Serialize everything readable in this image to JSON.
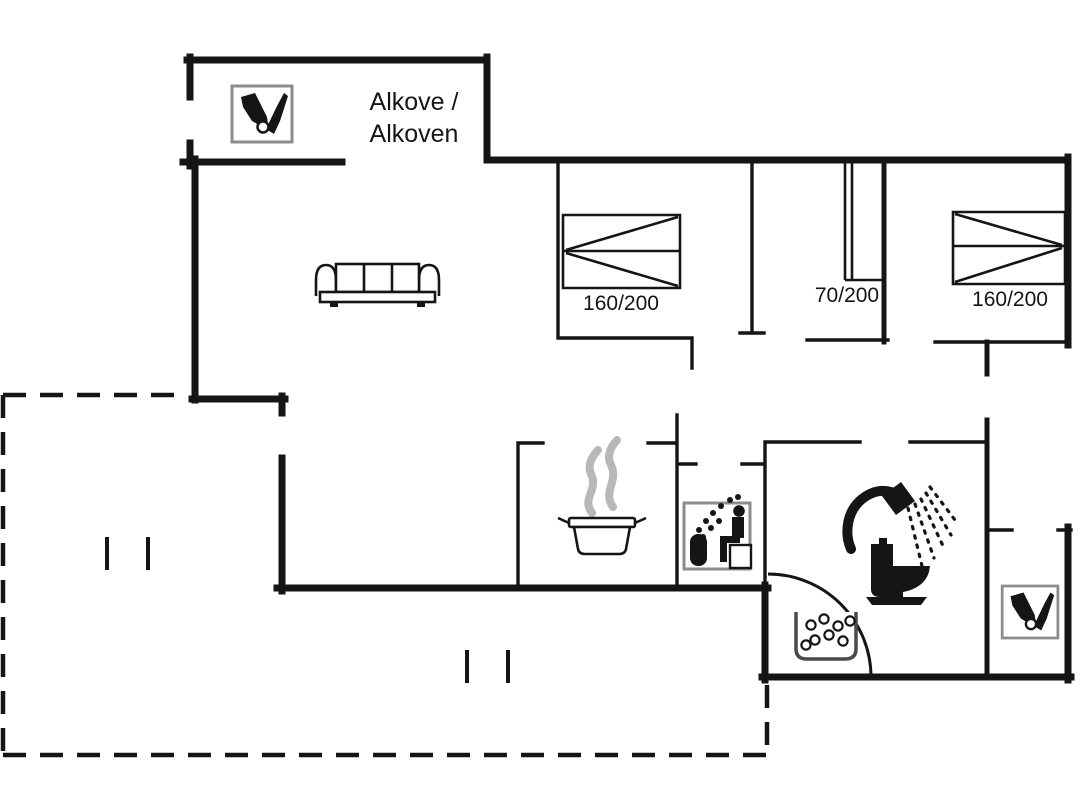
{
  "colors": {
    "wall": "#151515",
    "frame": "#8c8c8c",
    "steam": "#b8b8b8",
    "bg": "#ffffff"
  },
  "labels": {
    "alcove_line1": "Alkove /",
    "alcove_line2": "Alkoven"
  },
  "beds": {
    "left_double": "160/200",
    "middle_single": "70/200",
    "right_double": "160/200"
  },
  "icons": [
    {
      "name": "cloakroom-icon",
      "glyph": "boot-and-umbrella",
      "location": "annex-room-top-left"
    },
    {
      "name": "sofa-icon",
      "glyph": "three-seat-sofa",
      "location": "living-room"
    },
    {
      "name": "cooking-pot-icon",
      "glyph": "pot-with-steam",
      "location": "kitchen"
    },
    {
      "name": "sauna-icon",
      "glyph": "person-on-sauna-bench-with-stove",
      "location": "sauna"
    },
    {
      "name": "shower-icon",
      "glyph": "hand-shower-with-spray",
      "location": "bathroom"
    },
    {
      "name": "toilet-icon",
      "glyph": "toilet-side-view",
      "location": "bathroom"
    },
    {
      "name": "whirlpool-icon",
      "glyph": "tub-with-bubbles",
      "location": "bathroom"
    },
    {
      "name": "cloakroom-icon",
      "glyph": "boot-and-umbrella",
      "location": "entry-store-room"
    }
  ]
}
